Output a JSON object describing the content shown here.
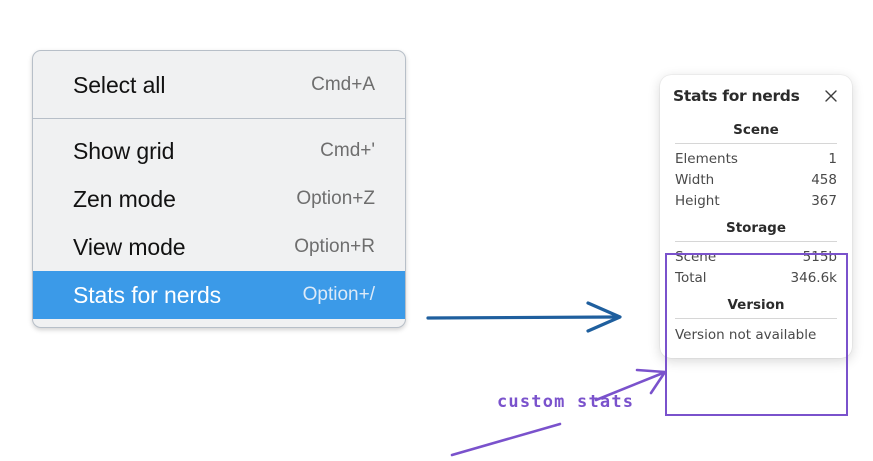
{
  "context_menu": {
    "groups": [
      {
        "items": [
          {
            "label": "Select all",
            "shortcut": "Cmd+A",
            "selected": false
          }
        ]
      },
      {
        "items": [
          {
            "label": "Show grid",
            "shortcut": "Cmd+'",
            "selected": false
          },
          {
            "label": "Zen mode",
            "shortcut": "Option+Z",
            "selected": false
          },
          {
            "label": "View mode",
            "shortcut": "Option+R",
            "selected": false
          },
          {
            "label": "Stats for nerds",
            "shortcut": "Option+/",
            "selected": true
          }
        ]
      }
    ]
  },
  "stats_panel": {
    "title": "Stats for nerds",
    "close_icon": "close-icon",
    "sections": [
      {
        "title": "Scene",
        "rows": [
          {
            "label": "Elements",
            "value": "1"
          },
          {
            "label": "Width",
            "value": "458"
          },
          {
            "label": "Height",
            "value": "367"
          }
        ]
      },
      {
        "title": "Storage",
        "rows": [
          {
            "label": "Scene",
            "value": "515b"
          },
          {
            "label": "Total",
            "value": "346.6k"
          }
        ]
      },
      {
        "title": "Version",
        "note": "Version not available",
        "rows": []
      }
    ]
  },
  "annotations": {
    "custom_stats_label": "custom stats",
    "arrow_blue_color": "#1f5f9e",
    "arrow_purple_color": "#7a52cc",
    "highlight_color": "#7a52cc"
  },
  "colors": {
    "menu_background": "#f0f1f2",
    "menu_border": "#b7bfc8",
    "selected_row": "#3b9ae8",
    "panel_background": "#ffffff",
    "shortcut_text": "#6e6e6e"
  }
}
